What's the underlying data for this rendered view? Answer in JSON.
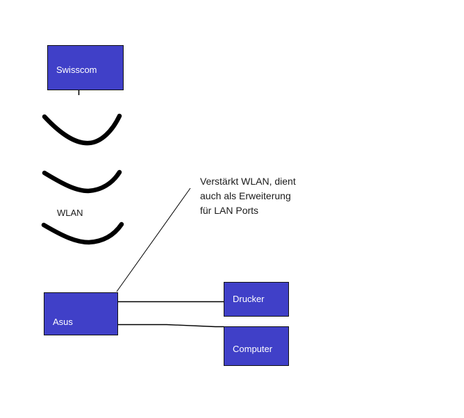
{
  "diagram": {
    "type": "network-topology-sketch",
    "background_color": "#ffffff",
    "node_fill_color": "#4040c8",
    "node_border_color": "#101010",
    "node_text_color": "#ffffff",
    "ink_color": "#000000",
    "annotation_text_color": "#1a1a1a",
    "nodes": [
      {
        "id": "swisscom",
        "label": "Swisscom"
      },
      {
        "id": "asus",
        "label": "Asus"
      },
      {
        "id": "drucker",
        "label": "Drucker"
      },
      {
        "id": "computer",
        "label": "Computer"
      }
    ],
    "wireless": {
      "label": "WLAN",
      "arc_count": 3
    },
    "annotation": {
      "line1": "Verstärkt WLAN, dient",
      "line2": "auch als Erweiterung",
      "line3": "für LAN Ports"
    },
    "connections": [
      {
        "from": "asus",
        "to": "drucker",
        "style": "solid-line"
      },
      {
        "from": "asus",
        "to": "computer",
        "style": "solid-line"
      },
      {
        "from": "annotation",
        "to": "asus",
        "style": "leader-line"
      },
      {
        "from": "swisscom",
        "to": "wlan",
        "style": "tick"
      }
    ]
  }
}
